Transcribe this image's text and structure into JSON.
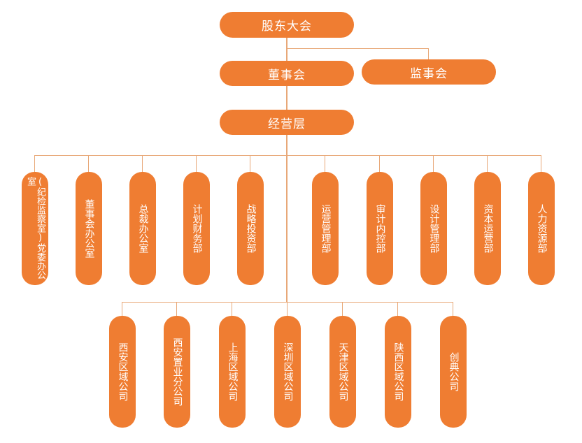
{
  "org_chart": {
    "top": [
      {
        "label": "股东大会"
      },
      {
        "label": "董事会"
      },
      {
        "label": "监事会"
      },
      {
        "label": "经营层"
      }
    ],
    "departments": [
      {
        "label": "(纪检监察室)党委办公室"
      },
      {
        "label": "董事会办公室"
      },
      {
        "label": "总裁办公室"
      },
      {
        "label": "计划财务部"
      },
      {
        "label": "战略投资部"
      },
      {
        "label": "运营管理部"
      },
      {
        "label": "审计内控部"
      },
      {
        "label": "设计管理部"
      },
      {
        "label": "资本运营部"
      },
      {
        "label": "人力资源部"
      }
    ],
    "companies": [
      {
        "label": "西安区域公司"
      },
      {
        "label": "西安置业分公司"
      },
      {
        "label": "上海区域公司"
      },
      {
        "label": "深圳区域公司"
      },
      {
        "label": "天津区域公司"
      },
      {
        "label": "陕西区域公司"
      },
      {
        "label": "创典公司"
      }
    ],
    "colors": {
      "node": "#ef7d32",
      "line": "#e8a878",
      "text": "#ffffff"
    }
  }
}
